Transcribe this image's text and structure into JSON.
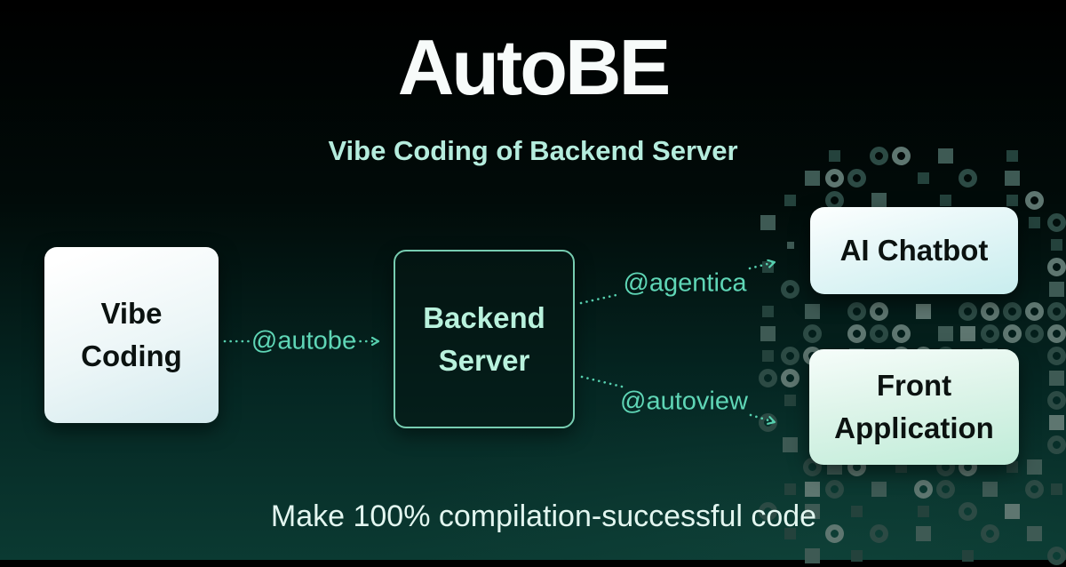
{
  "page": {
    "title": "AutoBE",
    "subtitle": "Vibe Coding of Backend Server",
    "tagline": "Make 100% compilation-successful code"
  },
  "diagram": {
    "nodes": {
      "vibe_coding": {
        "label": "Vibe\nCoding"
      },
      "backend_server": {
        "label": "Backend\nServer"
      },
      "ai_chatbot": {
        "label": "AI Chatbot"
      },
      "front_application": {
        "label": "Front\nApplication"
      }
    },
    "edges": {
      "autobe": {
        "label": "@autobe",
        "from": "vibe_coding",
        "to": "backend_server"
      },
      "agentica": {
        "label": "@agentica",
        "from": "backend_server",
        "to": "ai_chatbot"
      },
      "autoview": {
        "label": "@autoview",
        "from": "backend_server",
        "to": "front_application"
      }
    }
  },
  "colors": {
    "accent_mint": "#5fd6b6",
    "subtitle_mint": "#b5ecdd",
    "backend_border": "#77cdb1",
    "backend_text": "#b9f2dd",
    "background_top": "#000000",
    "background_bottom": "#0b3a32"
  },
  "decor": {
    "legend": {
      ".": "empty",
      "s": "small-dark-square",
      "q": "mid-square",
      "S": "light-square",
      "o": "dark-ring",
      "O": "light-ring",
      "d": "tiny-dot"
    },
    "rows": [
      "...s.oO.q..s..",
      "..qOo..s.o.q..",
      ".s.o.q..s..sO.",
      "q...........so",
      ".d...........s",
      "s............O",
      ".o...........q",
      "s.q.oO.S.oOoOo",
      "q.o.OoO.qSoOoO",
      "soO.q.OOo.q..o",
      "oO...........q",
      ".s...........o",
      "o............S",
      ".q...........o",
      "..oqO.s.oO.sq.",
      ".sSo.q.Oo.q.os",
      "o.q.s..s.o.S..",
      ".s.O.o.q..o.q.",
      "..q.s....s...o"
    ]
  }
}
